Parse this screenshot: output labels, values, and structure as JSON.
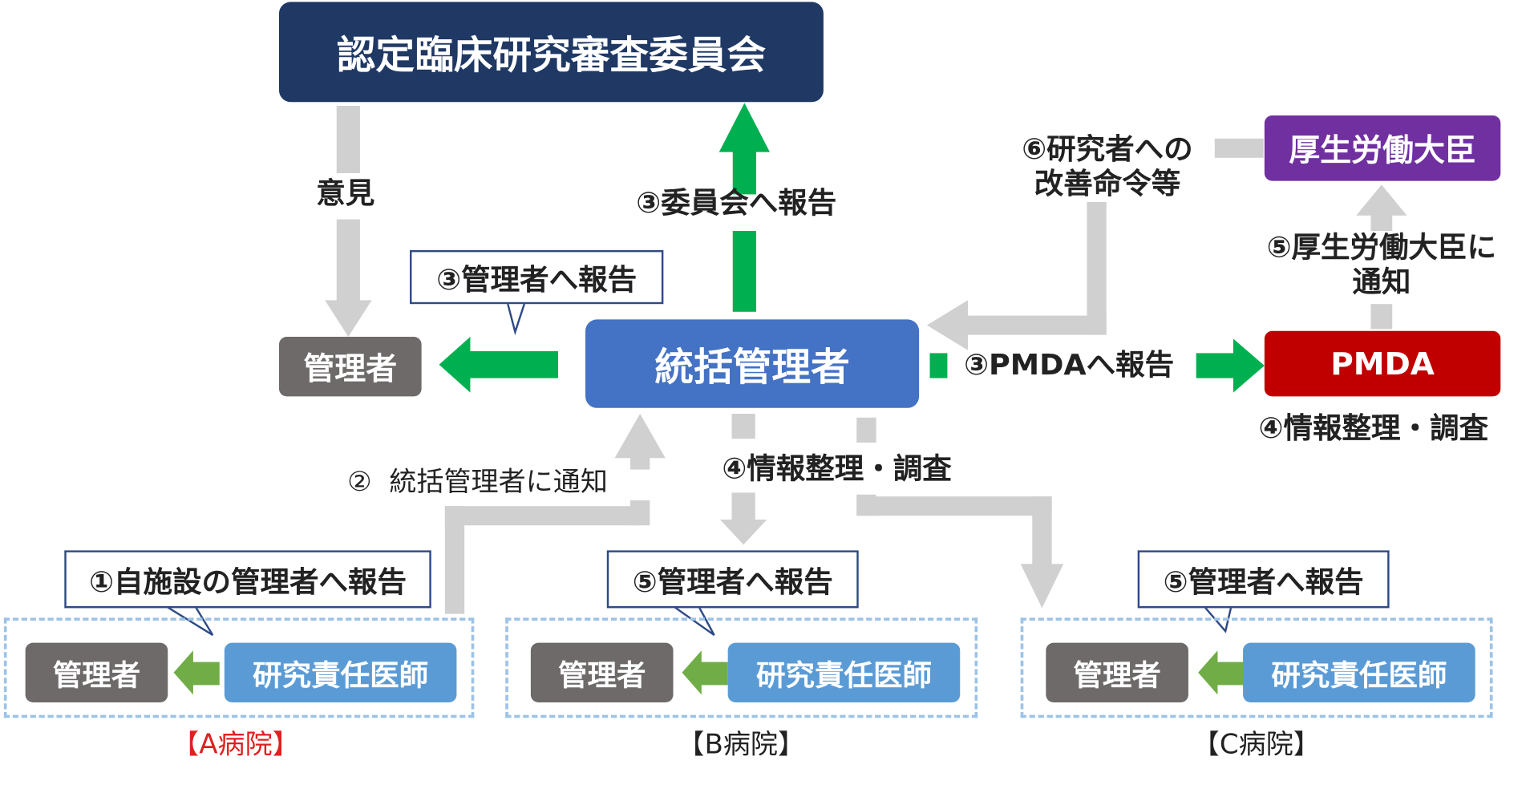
{
  "nodes": {
    "committee": "認定臨床研究審査委員会",
    "manager_top": "管理者",
    "general_manager": "統括管理者",
    "minister": "厚生労働大臣",
    "pmda": "PMDA"
  },
  "edge_labels": {
    "opinion": "意見",
    "report_committee": "③委員会へ報告",
    "report_manager": "③管理者へ報告",
    "improve_line1": "⑥研究者への",
    "improve_line2": "改善命令等",
    "notify_minister_line1": "⑤厚生労働大臣に",
    "notify_minister_line2": "通知",
    "report_pmda": "③PMDAへ報告",
    "pmda_investigate": "④情報整理・調査",
    "notify_general": "②  統括管理者に通知",
    "investigate": "④情報整理・調査"
  },
  "hospitals": [
    {
      "label": "【A病院】",
      "label_color": "#e02020",
      "callout": "①自施設の管理者へ報告",
      "manager": "管理者",
      "doctor": "研究責任医師"
    },
    {
      "label": "【B病院】",
      "label_color": "#222222",
      "callout": "⑤管理者へ報告",
      "manager": "管理者",
      "doctor": "研究責任医師"
    },
    {
      "label": "【C病院】",
      "label_color": "#222222",
      "callout": "⑤管理者へ報告",
      "manager": "管理者",
      "doctor": "研究責任医師"
    }
  ],
  "colors": {
    "committee": "#1f3864",
    "general_manager": "#4472c4",
    "manager": "#6d6a69",
    "minister": "#7030a0",
    "pmda": "#c00000",
    "doctor": "#5b9bd5",
    "arrow_green": "#00b050",
    "arrow_gray": "#d0d0d0",
    "arrow_light_green": "#70ad47"
  }
}
